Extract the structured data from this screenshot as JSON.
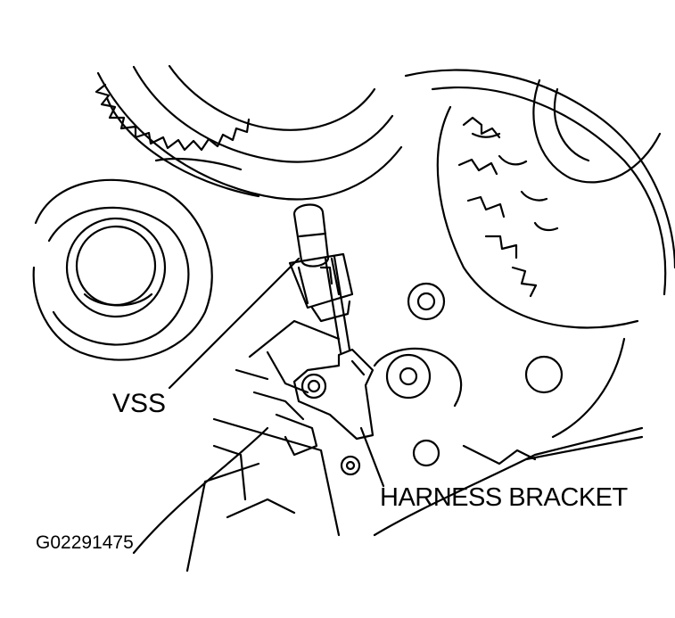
{
  "labels": {
    "vss": "VSS",
    "harness_bracket": "HARNESS BRACKET"
  },
  "figure_code": "G02291475",
  "colors": {
    "line": "#000000",
    "background": "#ffffff"
  }
}
